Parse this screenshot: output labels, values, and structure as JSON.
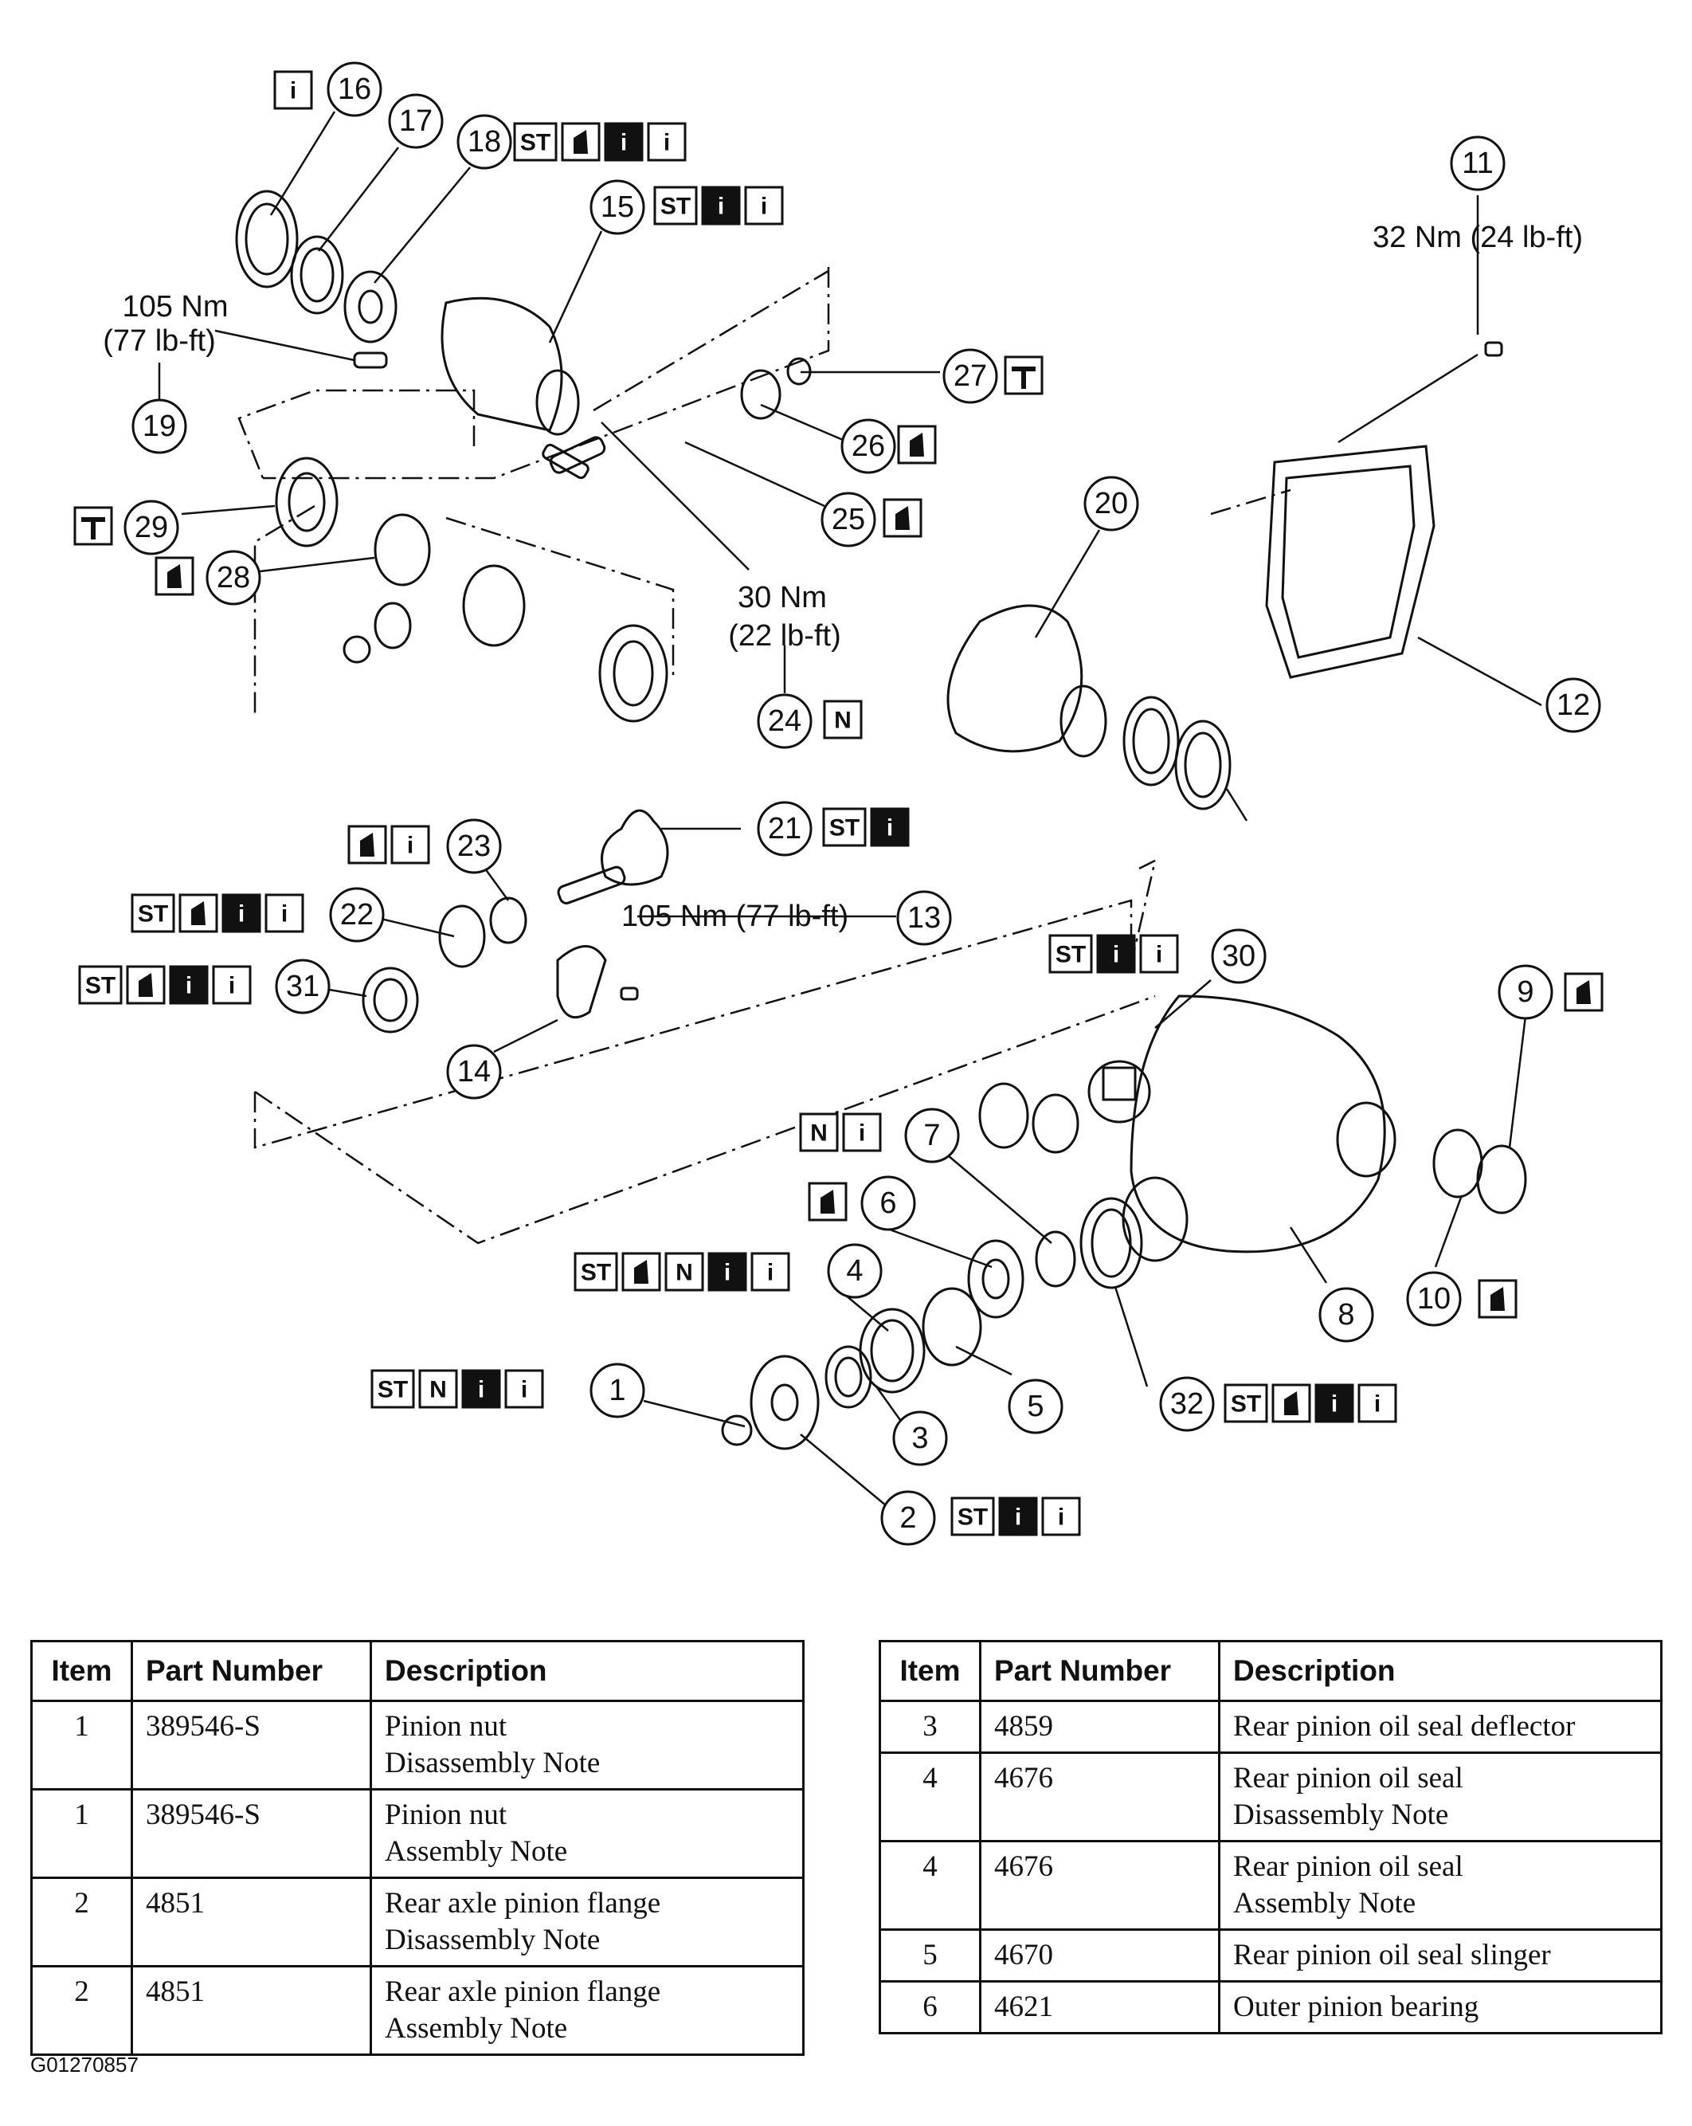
{
  "callouts": [
    {
      "n": "1"
    },
    {
      "n": "2"
    },
    {
      "n": "3"
    },
    {
      "n": "4"
    },
    {
      "n": "5"
    },
    {
      "n": "6"
    },
    {
      "n": "7"
    },
    {
      "n": "8"
    },
    {
      "n": "9"
    },
    {
      "n": "10"
    },
    {
      "n": "11"
    },
    {
      "n": "12"
    },
    {
      "n": "13"
    },
    {
      "n": "14"
    },
    {
      "n": "15"
    },
    {
      "n": "16"
    },
    {
      "n": "17"
    },
    {
      "n": "18"
    },
    {
      "n": "19"
    },
    {
      "n": "20"
    },
    {
      "n": "21"
    },
    {
      "n": "22"
    },
    {
      "n": "23"
    },
    {
      "n": "24"
    },
    {
      "n": "25"
    },
    {
      "n": "26"
    },
    {
      "n": "27"
    },
    {
      "n": "28"
    },
    {
      "n": "29"
    },
    {
      "n": "30"
    },
    {
      "n": "31"
    },
    {
      "n": "32"
    }
  ],
  "torque": {
    "item11": "32 Nm (24 lb-ft)",
    "item13": "105 Nm (77 lb-ft)",
    "item19_nm": "105 Nm",
    "item19_lbft": "(77 lb-ft)",
    "item24_nm": "30 Nm",
    "item24_lbft": "(22 lb-ft)"
  },
  "symbols": {
    "special_tool": "ST",
    "new_part": "N",
    "info": "i",
    "info_inverse": "i",
    "lube": "lubricate-icon",
    "hammer": "hammer-icon"
  },
  "tables": {
    "headers": {
      "item": "Item",
      "part_number": "Part Number",
      "description": "Description"
    },
    "left": [
      {
        "item": "1",
        "part": "389546-S",
        "line1": "Pinion nut",
        "line2": "Disassembly Note"
      },
      {
        "item": "1",
        "part": "389546-S",
        "line1": "Pinion nut",
        "line2": "Assembly Note"
      },
      {
        "item": "2",
        "part": "4851",
        "line1": "Rear axle pinion flange",
        "line2": "Disassembly Note"
      },
      {
        "item": "2",
        "part": "4851",
        "line1": "Rear axle pinion flange",
        "line2": "Assembly Note"
      }
    ],
    "right": [
      {
        "item": "3",
        "part": "4859",
        "line1": "Rear pinion oil seal deflector",
        "line2": ""
      },
      {
        "item": "4",
        "part": "4676",
        "line1": "Rear pinion oil seal",
        "line2": "Disassembly Note"
      },
      {
        "item": "4",
        "part": "4676",
        "line1": "Rear pinion oil seal",
        "line2": "Assembly Note"
      },
      {
        "item": "5",
        "part": "4670",
        "line1": "Rear pinion oil seal slinger",
        "line2": ""
      },
      {
        "item": "6",
        "part": "4621",
        "line1": "Outer pinion bearing",
        "line2": ""
      }
    ]
  },
  "figure_id": "G01270857"
}
